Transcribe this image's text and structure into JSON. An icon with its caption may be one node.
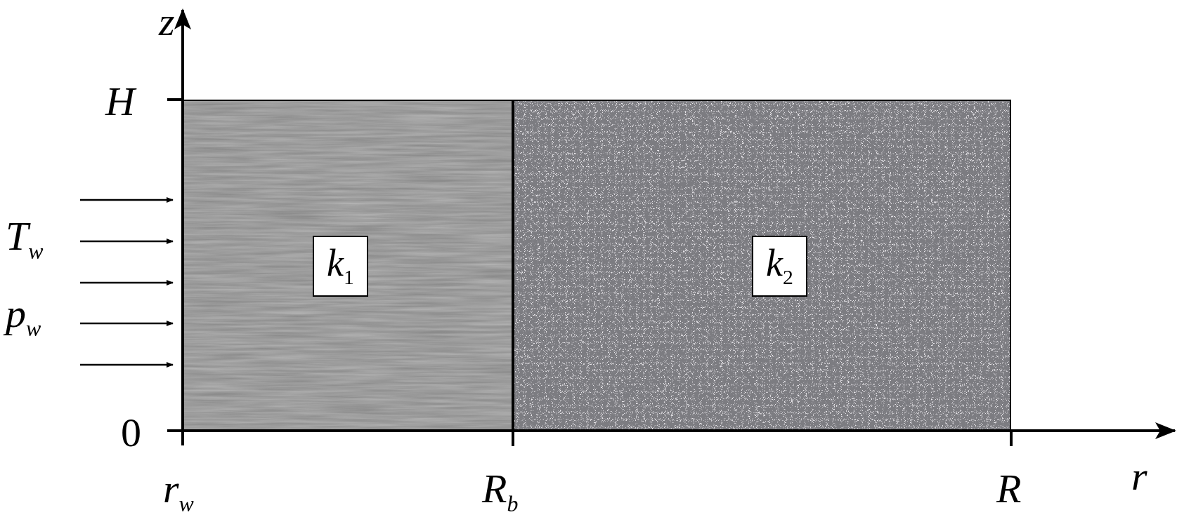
{
  "diagram": {
    "nodes": [
      {
        "text": [
          "*k*$_{1}$"
        ]
      },
      {
        "text": [
          "*k*$_{2}$"
        ]
      }
    ],
    "labels": [
      "z",
      "H",
      "T$_{w}$",
      "p$_{w}$",
      "0",
      "r$_{w}$",
      "R$_{b}$",
      "R",
      "r"
    ]
  }
}
